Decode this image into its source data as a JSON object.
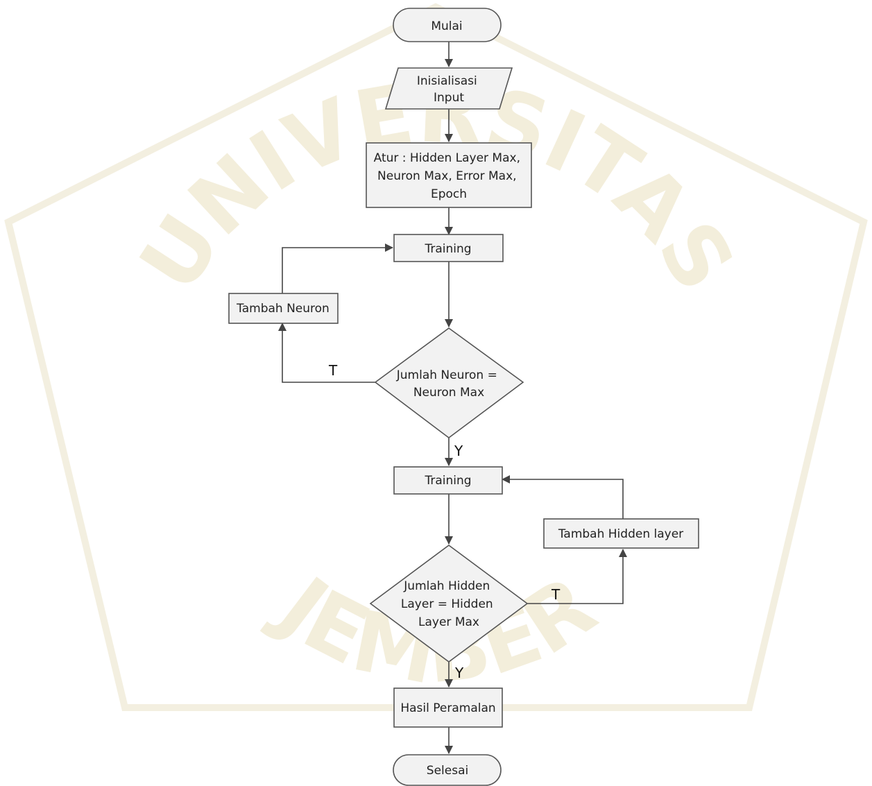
{
  "watermark": {
    "top_text": "UNIVERSITAS",
    "bottom_text": "JEMBER",
    "color": "#f3eedb"
  },
  "nodes": {
    "start": "Mulai",
    "input": [
      "Inisialisasi",
      "Input"
    ],
    "setup": [
      "Atur : Hidden Layer Max,",
      "Neuron Max, Error Max,",
      "Epoch"
    ],
    "training1": "Training",
    "add_neuron": "Tambah Neuron",
    "check_neuron": [
      "Jumlah Neuron =",
      "Neuron Max"
    ],
    "training2": "Training",
    "add_hidden": "Tambah Hidden layer",
    "check_hidden": [
      "Jumlah Hidden",
      "Layer = Hidden",
      "Layer Max"
    ],
    "result": "Hasil Peramalan",
    "end": "Selesai"
  },
  "edge_labels": {
    "neuron_no": "T",
    "neuron_yes": "Y",
    "hidden_no": "T",
    "hidden_yes": "Y"
  }
}
